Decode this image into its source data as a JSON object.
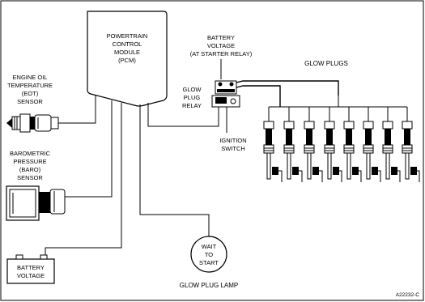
{
  "pcm": {
    "line1": "POWERTRAIN",
    "line2": "CONTROL",
    "line3": "MODULE",
    "line4": "(PCM)"
  },
  "eot_sensor": {
    "line1": "ENGINE OIL",
    "line2": "TEMPERATURE",
    "line3": "(EOT)",
    "line4": "SENSOR"
  },
  "baro_sensor": {
    "line1": "BAROMETRIC",
    "line2": "PRESSURE",
    "line3": "(BARO)",
    "line4": "SENSOR"
  },
  "battery": {
    "line1": "BATTERY",
    "line2": "VOLTAGE"
  },
  "battery_starter": {
    "line1": "BATTERY",
    "line2": "VOLTAGE",
    "line3": "(AT STARTER RELAY)"
  },
  "relay": {
    "line1": "GLOW",
    "line2": "PLUG",
    "line3": "RELAY"
  },
  "ignition": {
    "line1": "IGNITION",
    "line2": "SWITCH"
  },
  "glow_plugs": {
    "label": "GLOW PLUGS"
  },
  "lamp": {
    "line1": "WAIT",
    "line2": "TO",
    "line3": "START",
    "caption": "GLOW PLUG LAMP"
  },
  "figure_id": "A22232-C"
}
